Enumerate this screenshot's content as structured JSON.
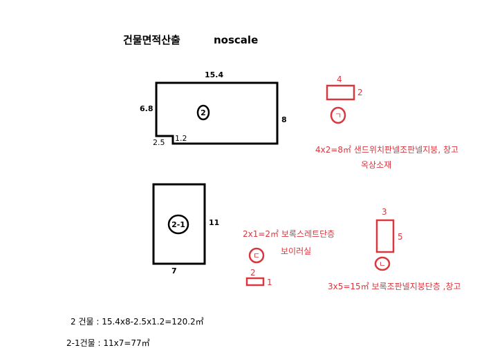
{
  "title": {
    "main": "건물면적산출",
    "scale_note": "noscale"
  },
  "colors": {
    "outline": "#000000",
    "markup": "#d9363e"
  },
  "building_2": {
    "label": "2",
    "top": "15.4",
    "left": "6.8",
    "right": "8",
    "notch_width": "2.5",
    "notch_height": "1.2"
  },
  "building_2_1": {
    "label": "2-1",
    "right": "11",
    "bottom": "7"
  },
  "annex_a": {
    "label": "ㄱ",
    "width": "4",
    "height": "2",
    "area_text": "4x2=8㎡  샌드위치판넬조판넬지붕, 창고",
    "area_text_line2": "옥상소재"
  },
  "annex_b": {
    "label": "ㄷ",
    "width": "2",
    "height": "1",
    "area_text": "2x1=2㎡ 보록스레트단층",
    "area_text_line2": "보이러실"
  },
  "annex_c": {
    "label": "ㄴ",
    "width": "3",
    "height": "5",
    "area_text": "3x5=15㎡ 보록조판넬지붕단층 ,창고"
  },
  "formulas": [
    {
      "text": "2 건물 : 15.4x8-2.5x1.2=120.2㎡"
    },
    {
      "text": "2-1건물 : 11x7=77㎡"
    }
  ]
}
